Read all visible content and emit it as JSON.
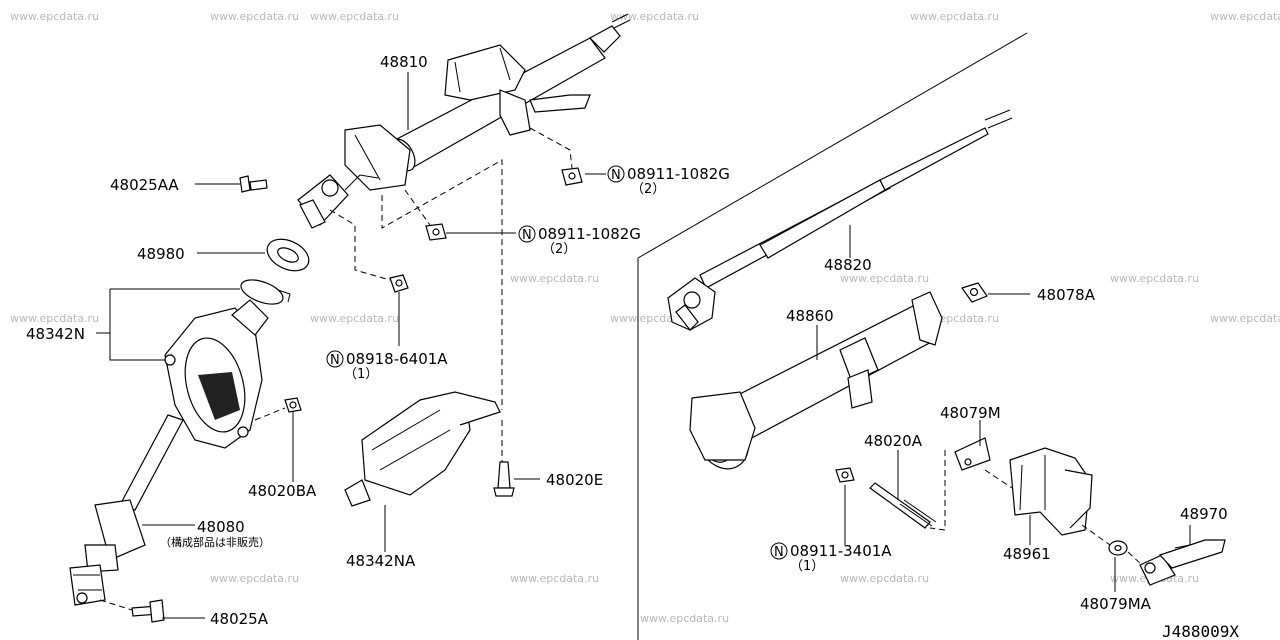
{
  "watermark": "www.epcdata.ru",
  "diagram_code": "J488009X",
  "parts": {
    "p48810": "48810",
    "p48025AA": "48025AA",
    "p48980": "48980",
    "p48342N": "48342N",
    "p48020BA": "48020BA",
    "p48080": "48080",
    "p48080_note": "（構成部品は非販売）",
    "p48025A": "48025A",
    "p48342NA": "48342NA",
    "p48020E": "48020E",
    "n08911_1082G_a": "08911-1082G",
    "n08911_1082G_a_qty": "（2）",
    "n08911_1082G_b": "08911-1082G",
    "n08911_1082G_b_qty": "（2）",
    "n08918_6401A": "08918-6401A",
    "n08918_6401A_qty": "（1）",
    "p48820": "48820",
    "p48078A": "48078A",
    "p48860": "48860",
    "p48079M": "48079M",
    "p48020A": "48020A",
    "p48961": "48961",
    "p48970": "48970",
    "p48079MA": "48079MA",
    "n08911_3401A": "08911-3401A",
    "n08911_3401A_qty": "（1）",
    "nut_symbol": "N"
  }
}
